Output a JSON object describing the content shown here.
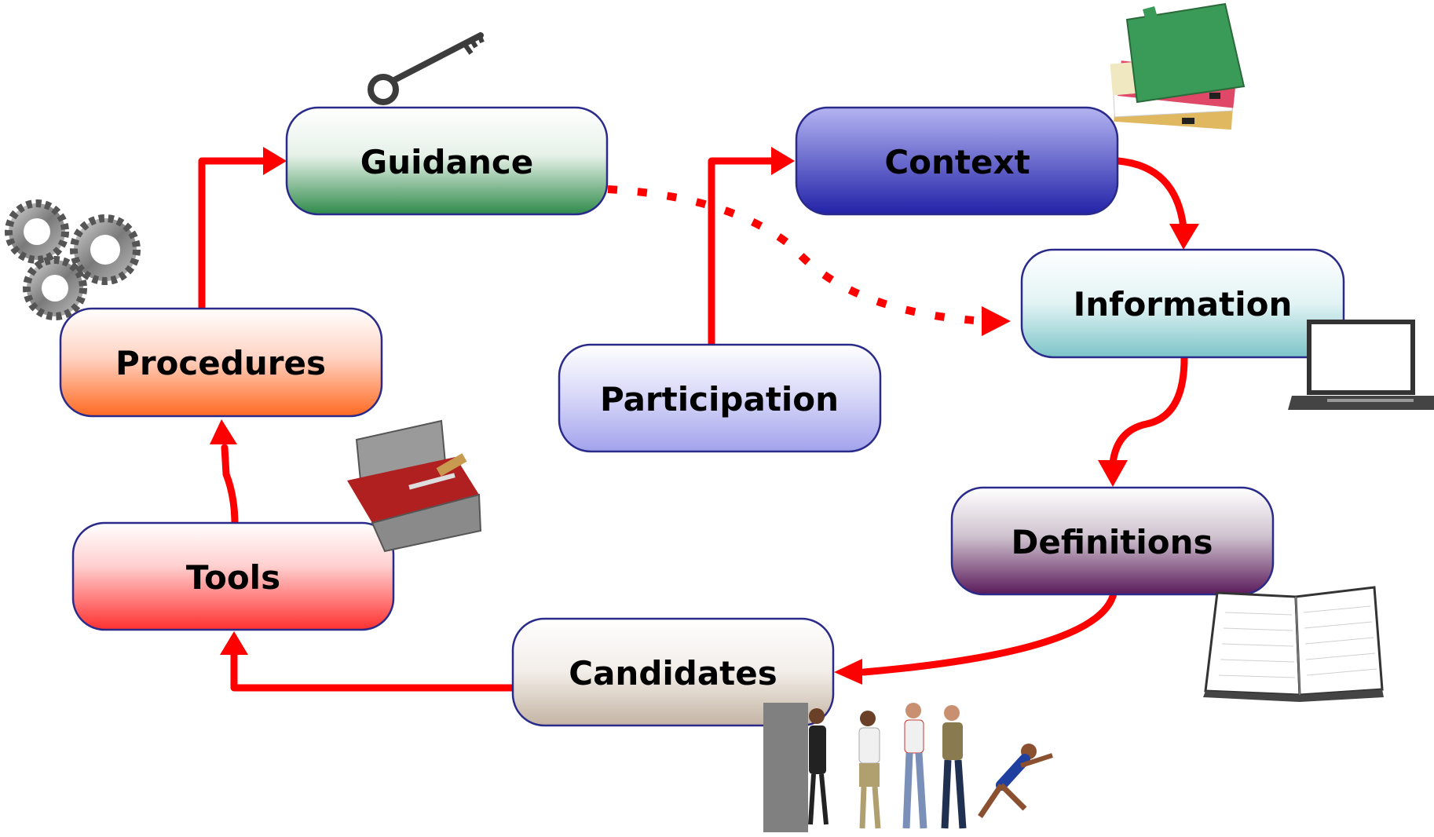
{
  "diagram": {
    "nodes": [
      {
        "id": "guidance",
        "label": "Guidance"
      },
      {
        "id": "context",
        "label": "Context"
      },
      {
        "id": "information",
        "label": "Information"
      },
      {
        "id": "procedures",
        "label": "Procedures"
      },
      {
        "id": "participation",
        "label": "Participation"
      },
      {
        "id": "definitions",
        "label": "Definitions"
      },
      {
        "id": "tools",
        "label": "Tools"
      },
      {
        "id": "candidates",
        "label": "Candidates"
      }
    ],
    "edges": [
      {
        "from": "tools",
        "to": "procedures",
        "style": "solid"
      },
      {
        "from": "procedures",
        "to": "guidance",
        "style": "solid"
      },
      {
        "from": "participation",
        "to": "context",
        "style": "solid"
      },
      {
        "from": "context",
        "to": "information",
        "style": "solid"
      },
      {
        "from": "information",
        "to": "definitions",
        "style": "solid"
      },
      {
        "from": "definitions",
        "to": "candidates",
        "style": "solid"
      },
      {
        "from": "candidates",
        "to": "tools",
        "style": "solid"
      },
      {
        "from": "guidance",
        "to": "information",
        "style": "dotted"
      }
    ],
    "decorations": [
      {
        "id": "key",
        "icon": "key-icon"
      },
      {
        "id": "papers",
        "icon": "folder-stack-icon"
      },
      {
        "id": "gears",
        "icon": "gears-icon"
      },
      {
        "id": "laptop",
        "icon": "laptop-icon"
      },
      {
        "id": "toolbox",
        "icon": "toolbox-icon"
      },
      {
        "id": "book",
        "icon": "open-book-icon"
      },
      {
        "id": "people",
        "icon": "people-icon"
      }
    ],
    "colors": {
      "arrow": "#ff0000",
      "guidance": "#2e8b4a",
      "context": "#2a2aa8",
      "information": "#7cc4c8",
      "procedures": "#ff6a22",
      "participation": "#a8a8ee",
      "definitions": "#5a1a5a",
      "tools": "#ff3a3a",
      "candidates": "#c8b8a8"
    }
  }
}
